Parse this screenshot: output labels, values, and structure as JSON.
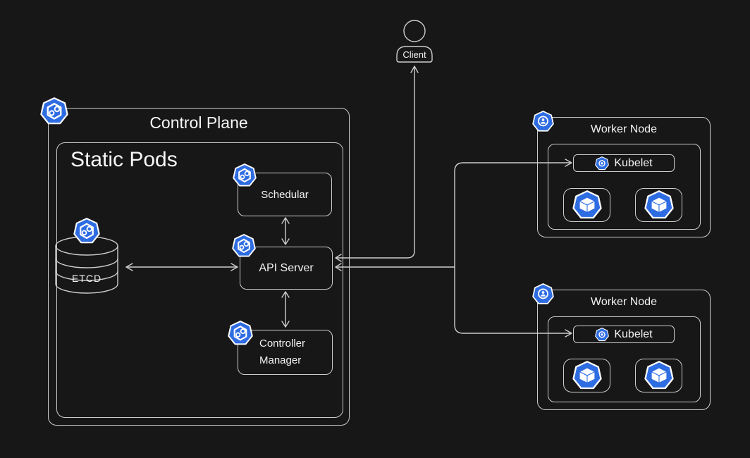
{
  "colors": {
    "background": "#171717",
    "stroke": "#cdcdcd",
    "kubernetes_blue": "#2e6ce2",
    "text": "#f2f2f2"
  },
  "client": {
    "label": "Client"
  },
  "control_plane": {
    "title": "Control Plane",
    "static_pods": {
      "title": "Static Pods",
      "etcd": {
        "label": "ETCD"
      },
      "scheduler": {
        "label": "Schedular"
      },
      "api_server": {
        "label": "API Server"
      },
      "controller_manager": {
        "label": "Controller Manager"
      }
    }
  },
  "worker_nodes": [
    {
      "title": "Worker Node",
      "kubelet": {
        "label": "Kubelet"
      },
      "pod_count": 2
    },
    {
      "title": "Worker Node",
      "kubelet": {
        "label": "Kubelet"
      },
      "pod_count": 2
    }
  ],
  "icons": {
    "control_plane_icon": "kubernetes-heptagon-gears",
    "worker_node_icon": "kubernetes-heptagon-node",
    "kubelet_icon": "kubernetes-heptagon-ring",
    "pod_icon": "kubernetes-heptagon-cube",
    "etcd_icon": "kubernetes-heptagon-gears",
    "client_icon": "person-silhouette"
  }
}
